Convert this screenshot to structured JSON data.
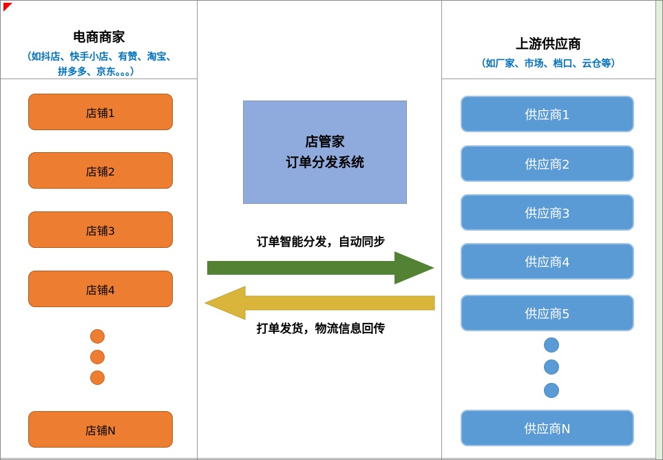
{
  "left_panel": {
    "title": "电商商家",
    "subtitle_line1": "（如抖店、快手小店、有赞、淘宝、",
    "subtitle_line2": "拼多多、京东。。。）",
    "shops": [
      "店铺1",
      "店铺2",
      "店铺3",
      "店铺4"
    ],
    "last_shop": "店铺N"
  },
  "center_panel": {
    "system_title_line1": "店管家",
    "system_title_line2": "订单分发系统",
    "forward_label": "订单智能分发，自动同步",
    "backward_label": "打单发货，物流信息回传"
  },
  "right_panel": {
    "title": "上游供应商",
    "subtitle": "（如厂家、市场、档口、云仓等）",
    "suppliers": [
      "供应商1",
      "供应商2",
      "供应商3",
      "供应商4",
      "供应商5"
    ],
    "last_supplier": "供应商N"
  },
  "colors": {
    "shop_orange": "#ed7d31",
    "supplier_blue": "#5b9bd5",
    "system_box_blue": "#8faadc",
    "forward_arrow_green": "#548235",
    "backward_arrow_gold": "#d9b53c",
    "subtitle_blue": "#0070c0",
    "sheet_edge_green": "#e2efda"
  }
}
